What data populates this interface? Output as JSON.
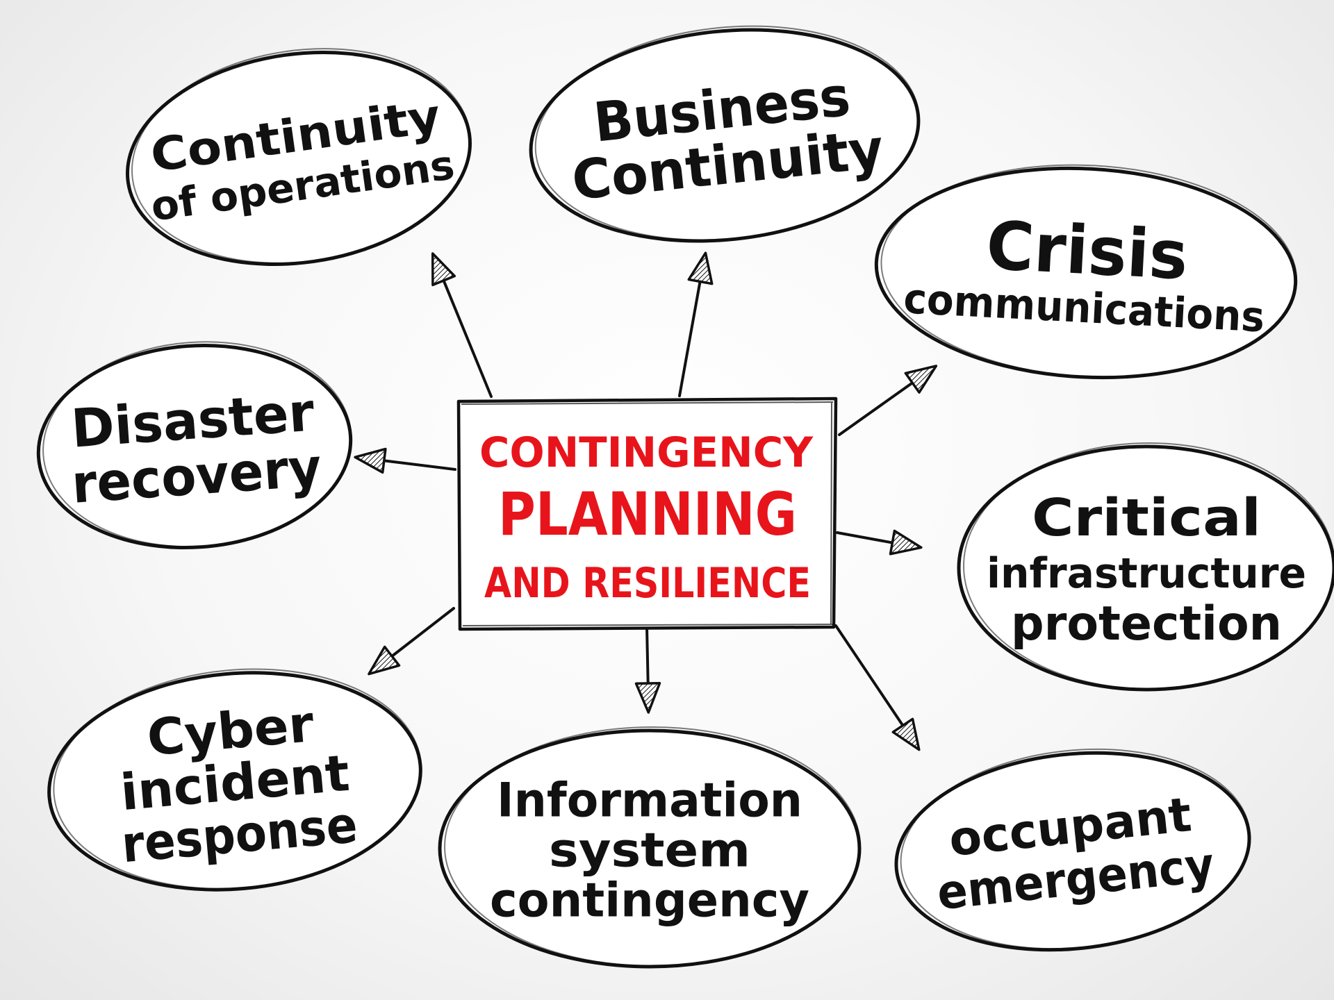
{
  "colors": {
    "ink": "#111111",
    "accent": "#e8141b",
    "paper": "#ffffff"
  },
  "center": {
    "line1": "CONTINGENCY",
    "line2": "PLANNING",
    "line3": "AND RESILIENCE"
  },
  "nodes": [
    {
      "id": "continuity-of-operations",
      "lines": [
        "Continuity",
        "of operations"
      ]
    },
    {
      "id": "business-continuity",
      "lines": [
        "Business",
        "Continuity"
      ]
    },
    {
      "id": "crisis-communications",
      "lines": [
        "Crisis",
        "communications"
      ]
    },
    {
      "id": "disaster-recovery",
      "lines": [
        "Disaster",
        "recovery"
      ]
    },
    {
      "id": "critical-infrastructure-protection",
      "lines": [
        "Critical",
        "infrastructure",
        "protection"
      ]
    },
    {
      "id": "cyber-incident-response",
      "lines": [
        "Cyber",
        "incident",
        "response"
      ]
    },
    {
      "id": "information-system-contingency",
      "lines": [
        "Information",
        "system",
        "contingency"
      ]
    },
    {
      "id": "occupant-emergency",
      "lines": [
        "occupant",
        "emergency"
      ]
    }
  ]
}
